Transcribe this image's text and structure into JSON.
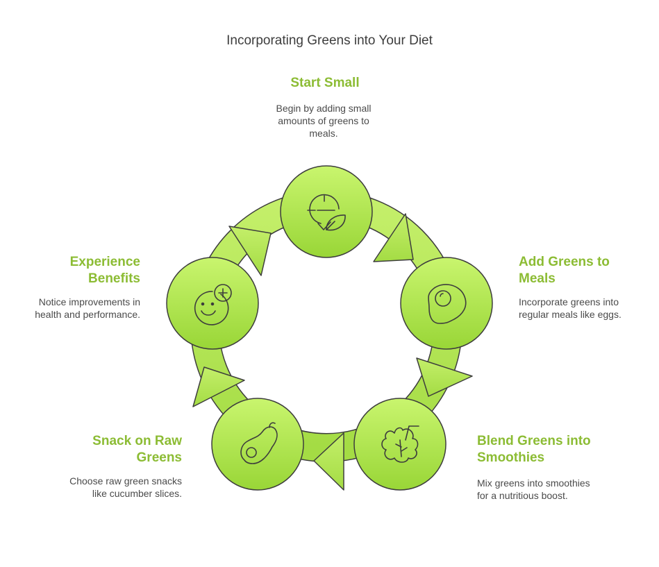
{
  "title": "Incorporating Greens into Your Diet",
  "colors": {
    "accent": "#8cbc34",
    "circle_top": "#c9f56e",
    "circle_bottom": "#99d637",
    "outline": "#3d3d3d"
  },
  "steps": [
    {
      "title": "Start Small",
      "description": "Begin by adding small amounts of greens to meals.",
      "icon": "target-leaf-icon"
    },
    {
      "title": "Add Greens to Meals",
      "description": "Incorporate greens into regular meals like eggs.",
      "icon": "egg-icon"
    },
    {
      "title": "Blend Greens into Smoothies",
      "description": "Mix greens into smoothies for a nutritious boost.",
      "icon": "smoothie-icon"
    },
    {
      "title": "Snack on Raw Greens",
      "description": "Choose raw green snacks like cucumber slices.",
      "icon": "avocado-icon"
    },
    {
      "title": "Experience Benefits",
      "description": "Notice improvements in health and performance.",
      "icon": "smiley-plus-icon"
    }
  ]
}
